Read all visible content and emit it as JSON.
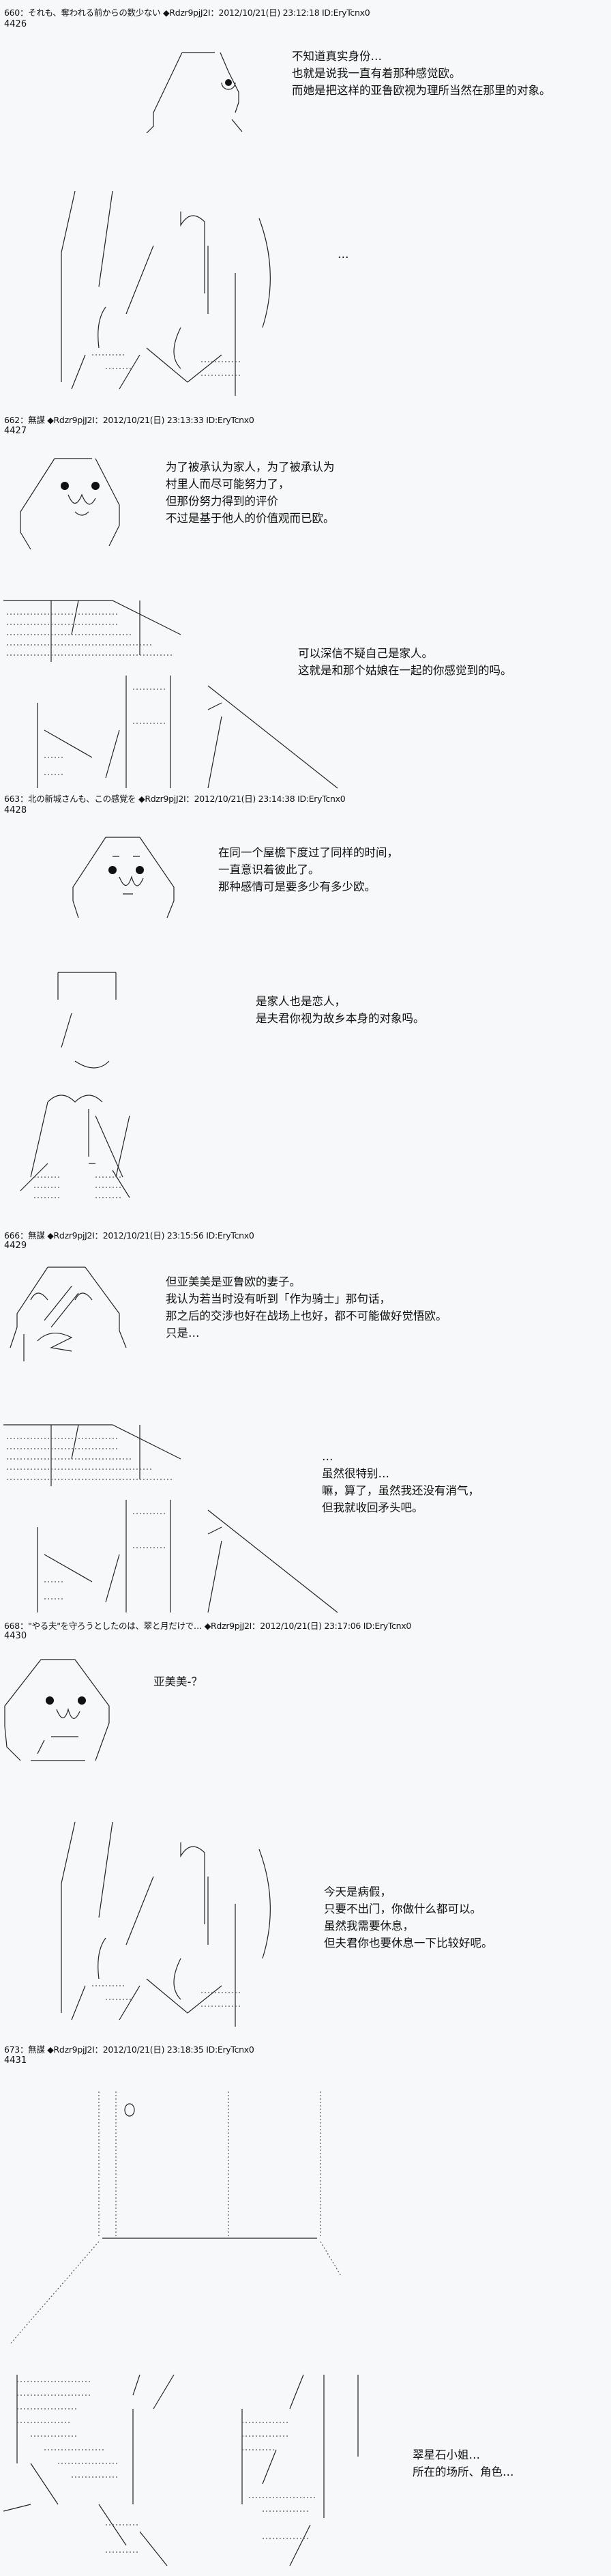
{
  "posts": [
    {
      "header": "660：それも、奪われる前からの数少ない ◆Rdzr9pjJ2I：2012/10/21(日) 23:12:18 ID:EryTcnx0",
      "number": "4426",
      "dialogue_1": [
        "不知道真实身份…",
        "也就是说我一直有着那种感觉欧。",
        "而她是把这样的亚鲁欧视为理所当然在那里的对象。"
      ],
      "dialogue_2": [
        "…"
      ]
    },
    {
      "header": "662：無謀 ◆Rdzr9pjJ2I：2012/10/21(日) 23:13:33 ID:EryTcnx0",
      "number": "4427",
      "dialogue_1": [
        "为了被承认为家人，为了被承认为",
        "村里人而尽可能努力了，",
        "但那份努力得到的评价",
        "不过是基于他人的价值观而已欧。"
      ],
      "dialogue_2": [
        "可以深信不疑自己是家人。",
        "这就是和那个姑娘在一起的你感觉到的吗。"
      ]
    },
    {
      "header": "663：北の新城さんも、この感覚を ◆Rdzr9pjJ2I：2012/10/21(日) 23:14:38 ID:EryTcnx0",
      "number": "4428",
      "dialogue_1": [
        "在同一个屋檐下度过了同样的时间，",
        "一直意识着彼此了。",
        "那种感情可是要多少有多少欧。"
      ],
      "dialogue_2": [
        "是家人也是恋人，",
        "是夫君你视为故乡本身的对象吗。"
      ]
    },
    {
      "header": "666：無謀 ◆Rdzr9pjJ2I：2012/10/21(日) 23:15:56 ID:EryTcnx0",
      "number": "4429",
      "dialogue_1": [
        "但亚美美是亚鲁欧的妻子。",
        "我认为若当时没有听到「作为骑士」那句话，",
        "那之后的交涉也好在战场上也好，都不可能做好觉悟欧。",
        "只是…"
      ],
      "dialogue_2": [
        "…",
        "虽然很特别…",
        "嘛，算了，虽然我还没有消气，",
        "但我就收回矛头吧。"
      ]
    },
    {
      "header": "668：\"やる夫\"を守ろうとしたのは、翠と月だけで… ◆Rdzr9pjJ2I：2012/10/21(日) 23:17:06 ID:EryTcnx0",
      "number": "4430",
      "dialogue_1": [
        "亚美美-？"
      ],
      "dialogue_2": [
        "今天是病假，",
        "只要不出门，你做什么都可以。",
        "虽然我需要休息，",
        "但夫君你也要休息一下比较好呢。"
      ]
    },
    {
      "header": "673：無謀 ◆Rdzr9pjJ2I：2012/10/21(日) 23:18:35 ID:EryTcnx0",
      "number": "4431",
      "dialogue_2": [
        "翠星石小姐…",
        "所在的场所、角色…"
      ]
    }
  ]
}
